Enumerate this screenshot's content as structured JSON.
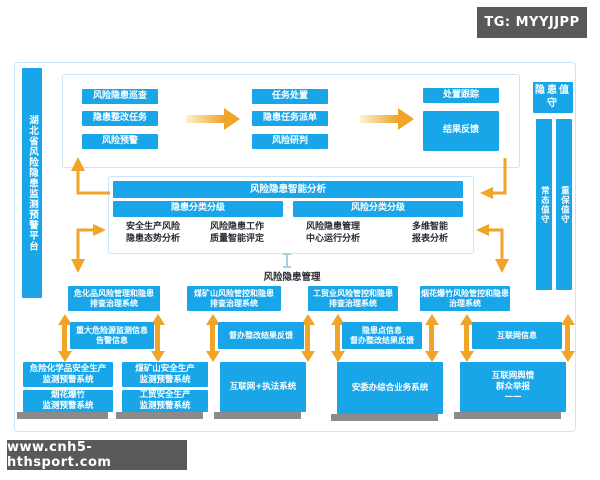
{
  "badges": {
    "tg": "TG: MYYJJPP",
    "site": "www.cnh5-hthsport.com"
  },
  "platform": {
    "title": "湖北省风险隐患监测预警平台"
  },
  "top_flow": {
    "col1": [
      "风险隐患巡查",
      "隐患整改任务",
      "风险预警"
    ],
    "col2": [
      "任务处置",
      "隐患任务派单",
      "风险研判"
    ],
    "col3_top": "处置跟踪",
    "col3_bottom": "结果反馈"
  },
  "duty": {
    "header": "隐患值守",
    "bar_left": "常态值守",
    "bar_right": "重保值守"
  },
  "analysis": {
    "title": "风险隐患智能分析",
    "sub_left": "隐患分类分级",
    "sub_right": "风险分类分级",
    "items": [
      {
        "l1": "安全生产风险",
        "l2": "隐患态势分析"
      },
      {
        "l1": "风险隐患工作",
        "l2": "质量智能评定"
      },
      {
        "l1": "风险隐患管理",
        "l2": "中心运行分析"
      },
      {
        "l1": "多维智能",
        "l2": "报表分析"
      }
    ]
  },
  "management": {
    "label": "风险隐患管理",
    "systems": [
      {
        "l1": "危化品风险管理和隐患",
        "l2": "排查治理系统"
      },
      {
        "l1": "煤矿山风险管控和隐患",
        "l2": "排查治理系统"
      },
      {
        "l1": "工贸业风险管控和隐患",
        "l2": "排查治理系统"
      },
      {
        "l1": "烟花爆竹风险管控和隐患",
        "l2": "治理系统"
      }
    ]
  },
  "info_boxes": [
    {
      "l1": "重大危险源监测信息",
      "l2": "告警信息"
    },
    {
      "l1": "督办整改结果反馈"
    },
    {
      "l1": "隐患点信息",
      "l2": "督办整改结果反馈"
    },
    {
      "l1": "互联网信息"
    }
  ],
  "bottom_systems": [
    {
      "l1": "危险化学品安全生产",
      "l2": "监测预警系统"
    },
    {
      "l1": "烟花爆竹",
      "l2": "监测预警系统"
    },
    {
      "l1": "煤矿山安全生产",
      "l2": "监测预警系统"
    },
    {
      "l1": "工贸安全生产",
      "l2": "监测预警系统"
    },
    {
      "l1": "互联网+执法系统"
    },
    {
      "l1": "安委办综合业务系统"
    },
    {
      "l1": "互联网舆情",
      "l2": "群众举报",
      "l3": "——"
    }
  ],
  "colors": {
    "box_blue": "#18a6e9",
    "arrow_orange": "#f0a428",
    "badge_gray": "#59595b",
    "connector_blue": "#9ed3ee"
  }
}
